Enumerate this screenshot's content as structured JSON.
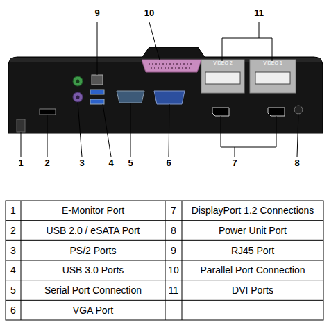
{
  "diagram": {
    "labels": [
      "9",
      "10",
      "11",
      "VIDEO 2",
      "VIDEO 1",
      "1",
      "2",
      "3",
      "4",
      "5",
      "6",
      "7",
      "8",
      "1",
      "E-Monitor Port",
      "7",
      "DisplayPort 1.2 Connections",
      "2",
      "USB 2.0 / eSATA Port",
      "8",
      "Power Unit Port",
      "3",
      "PS/2 Ports",
      "9",
      "RJ45 Port",
      "4",
      "USB 3.0 Ports",
      "10",
      "Parallel Port Connection",
      "5",
      "Serial Port Connection",
      "11",
      "DVI Ports",
      "6",
      "VGA Port"
    ]
  }
}
